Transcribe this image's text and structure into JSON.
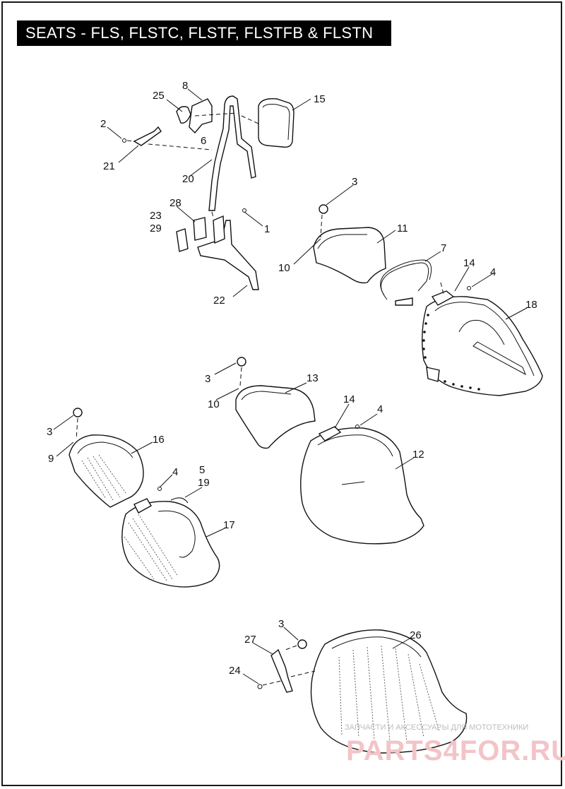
{
  "title": "SEATS - FLS, FLSTC, FLSTF, FLSTFB & FLSTN",
  "callouts": {
    "c25": "25",
    "c8": "8",
    "c15": "15",
    "c2": "2",
    "c6": "6",
    "c21": "21",
    "c20": "20",
    "c28": "28",
    "c23": "23",
    "c29": "29",
    "c1": "1",
    "c22": "22",
    "c3a": "3",
    "c11": "11",
    "c10a": "10",
    "c7": "7",
    "c14a": "14",
    "c4a": "4",
    "c18": "18",
    "c3b": "3",
    "c13": "13",
    "c10b": "10",
    "c14b": "14",
    "c4b": "4",
    "c12": "12",
    "c3c": "3",
    "c9": "9",
    "c16": "16",
    "c4c": "4",
    "c5": "5",
    "c19": "19",
    "c17": "17",
    "c3d": "3",
    "c27": "27",
    "c26": "26",
    "c24": "24"
  },
  "watermark": {
    "tagline": "ЗАПЧАСТИ И АКСЕССУАРЫ ДЛЯ МОТОТЕХНИКИ",
    "brand": "PARTS4FOR.RU"
  }
}
